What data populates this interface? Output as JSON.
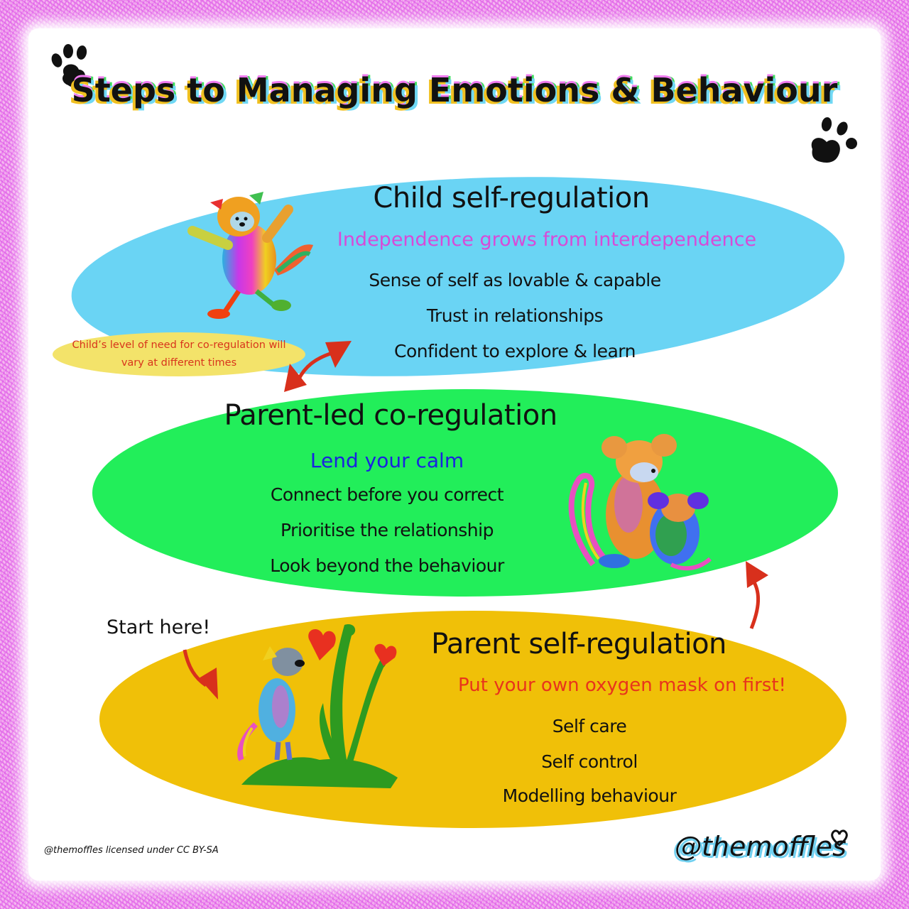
{
  "title": "Steps to Managing Emotions & Behaviour",
  "colors": {
    "border": "#e96ee6",
    "child_oval": "#6ad4f4",
    "coreg_oval": "#22ee5a",
    "parent_oval": "#f0c008",
    "note_oval": "#f3e36a",
    "arrow": "#d8301c",
    "subtitle_child": "#d84ad8",
    "subtitle_coreg": "#1a22e0",
    "subtitle_parent": "#e8341c"
  },
  "levels": [
    {
      "heading": "Child self-regulation",
      "subtitle": "Independence grows from interdependence",
      "items": [
        "Sense of self as lovable & capable",
        "Trust in relationships",
        "Confident to explore & learn"
      ],
      "illustration": "dancing-rainbow-cat"
    },
    {
      "heading": "Parent-led co-regulation",
      "subtitle": "Lend your calm",
      "items": [
        "Connect before you correct",
        "Prioritise the relationship",
        "Look beyond the behaviour"
      ],
      "illustration": "parent-comforting-child-mice"
    },
    {
      "heading": "Parent self-regulation",
      "subtitle": "Put your own oxygen mask on first!",
      "items": [
        "Self care",
        "Self control",
        "Modelling behaviour"
      ],
      "illustration": "cat-smelling-flowers"
    }
  ],
  "note": {
    "line1": "Child’s level of need for co-regulation will",
    "line2": "vary at different times"
  },
  "start_label": "Start here!",
  "credit": "@themoffles licensed under CC BY-SA",
  "handle": "@themoffles",
  "icons": [
    "paw-print-icon",
    "paw-print-icon",
    "heart-icon",
    "arrow-icon",
    "double-arrow-icon"
  ]
}
